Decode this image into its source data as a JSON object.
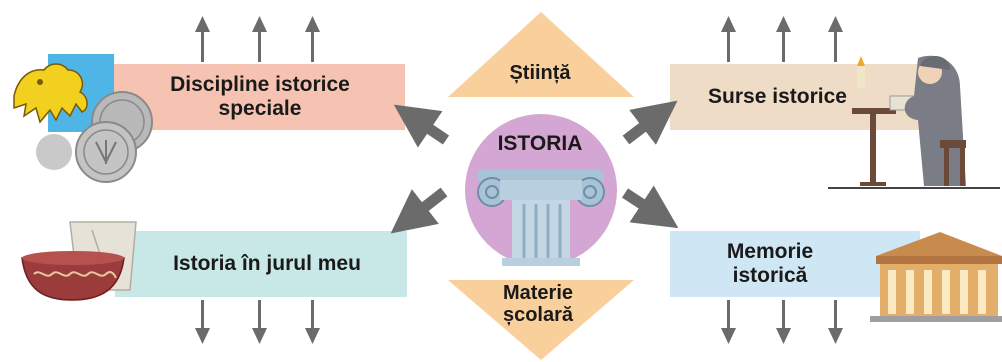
{
  "center": {
    "label": "ISTORIA"
  },
  "top_triangle": {
    "label": "Știință"
  },
  "bottom_triangle": {
    "line1": "Materie",
    "line2": "școlară"
  },
  "boxes": {
    "discipline": {
      "line1": "Discipline istorice",
      "line2": "speciale"
    },
    "surse": {
      "line1": "Surse istorice"
    },
    "istoria_jur": {
      "line1": "Istoria în jurul meu"
    },
    "memorie": {
      "line1": "Memorie",
      "line2": "istorică"
    }
  },
  "colors": {
    "discipline_box": "#f6c3b2",
    "surse_box": "#efdcc6",
    "istoria_box": "#c7e8e6",
    "memorie_box": "#cfe6f4",
    "triangle": "#f9cf9b",
    "center_circle": "#d4a6d3",
    "arrow": "#6b6b6b"
  },
  "icons": [
    "lion-coat-of-arms-icon",
    "coins-icon",
    "monk-scribe-icon",
    "clay-pots-icon",
    "ionic-column-icon",
    "museum-building-icon"
  ]
}
